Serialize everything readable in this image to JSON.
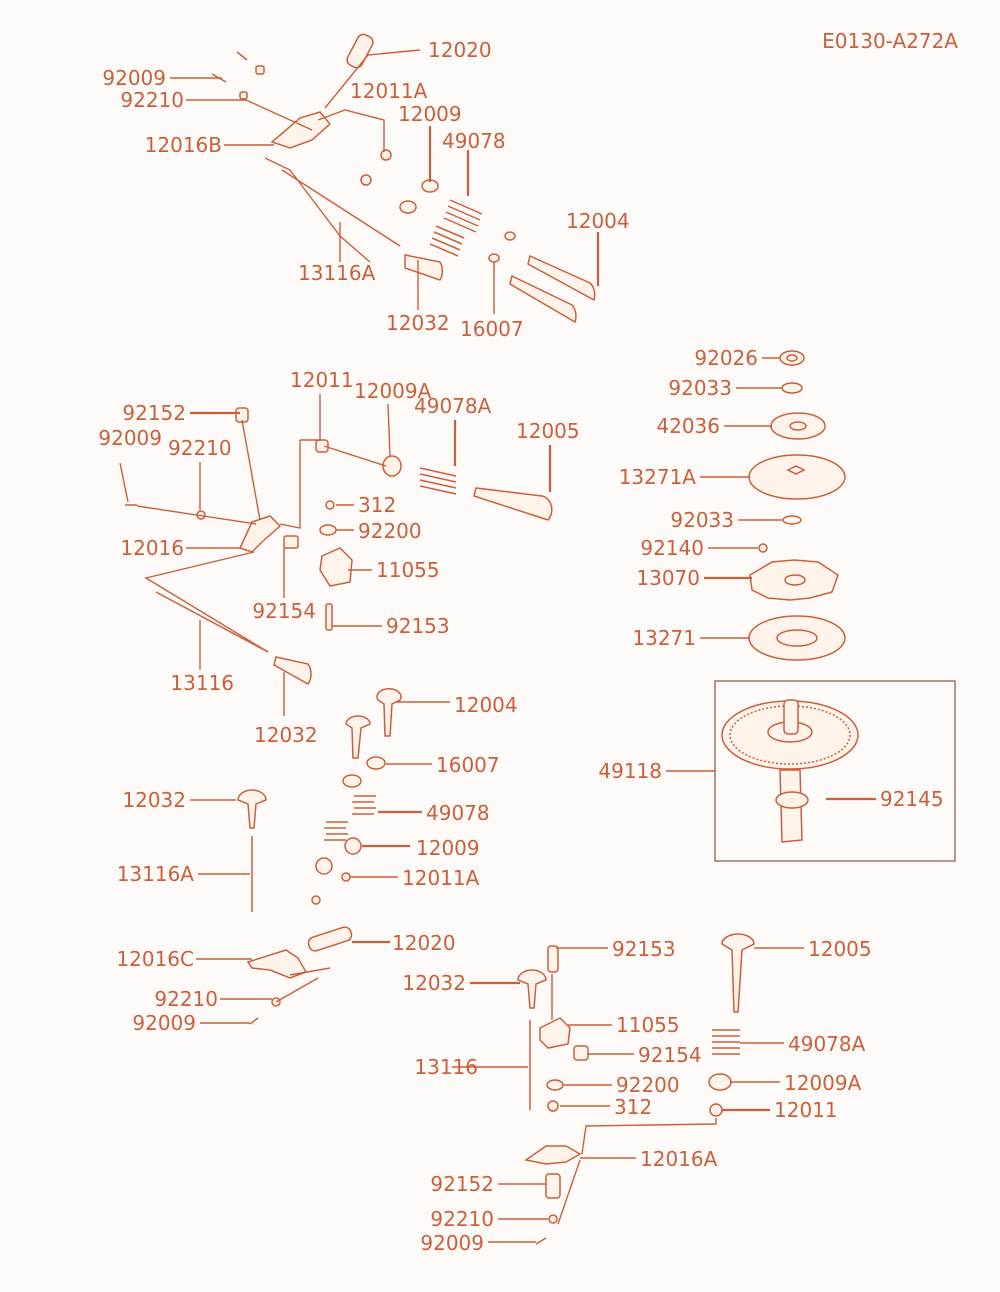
{
  "diagram_code": "E0130-A272A",
  "labels": {
    "a_12020": "12020",
    "a_92009": "92009",
    "a_92210": "92210",
    "a_12011A": "12011A",
    "a_12016B": "12016B",
    "a_12009": "12009",
    "a_49078": "49078",
    "a_12004": "12004",
    "a_13116A": "13116A",
    "a_12032": "12032",
    "a_16007": "16007",
    "b_12011": "12011",
    "b_12009A": "12009A",
    "b_49078A": "49078A",
    "b_12005": "12005",
    "b_92152": "92152",
    "b_92009": "92009",
    "b_92210": "92210",
    "b_312": "312",
    "b_92200": "92200",
    "b_12016": "12016",
    "b_11055": "11055",
    "b_92154": "92154",
    "b_92153": "92153",
    "b_13116": "13116",
    "b_12032": "12032",
    "g_92026": "92026",
    "g_92033a": "92033",
    "g_42036": "42036",
    "g_13271A": "13271A",
    "g_92033b": "92033",
    "g_92140": "92140",
    "g_13070": "13070",
    "g_13271": "13271",
    "g_49118": "49118",
    "g_92145": "92145",
    "c_12004": "12004",
    "c_16007": "16007",
    "c_12032": "12032",
    "c_49078": "49078",
    "c_12009": "12009",
    "c_13116A": "13116A",
    "c_12011A": "12011A",
    "c_12016C": "12016C",
    "c_12020": "12020",
    "c_92210": "92210",
    "c_92009": "92009",
    "d_92153": "92153",
    "d_12005": "12005",
    "d_12032": "12032",
    "d_11055": "11055",
    "d_92154": "92154",
    "d_13116": "13116",
    "d_49078A": "49078A",
    "d_92200": "92200",
    "d_12009A": "12009A",
    "d_312": "312",
    "d_12011": "12011",
    "d_12016A": "12016A",
    "d_92152": "92152",
    "d_92210": "92210",
    "d_92009": "92009"
  },
  "colors": {
    "line": "#c9603d",
    "background": "#fdfaf7"
  }
}
